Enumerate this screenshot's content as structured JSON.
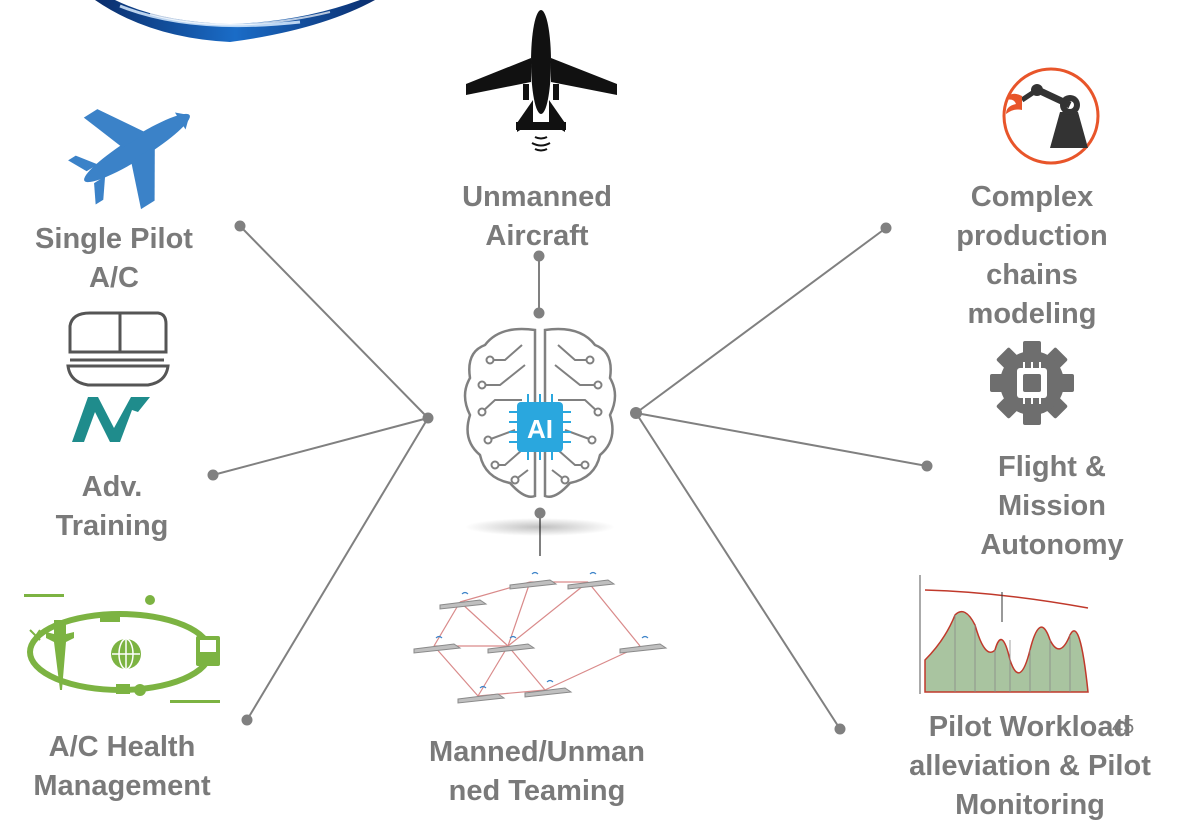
{
  "labels": {
    "unmanned": [
      "Unmanned",
      "Aircraft"
    ],
    "single_pilot": [
      "Single Pilot",
      "A/C"
    ],
    "adv_training": [
      "Adv.",
      "Training"
    ],
    "health": [
      "A/C Health",
      "Management"
    ],
    "teaming": [
      "Manned/Unman",
      "ned Teaming"
    ],
    "complex": [
      "Complex",
      "production",
      "chains",
      "modeling"
    ],
    "flight": [
      "Flight &",
      "Mission",
      "Autonomy"
    ],
    "workload": [
      "Pilot Workload",
      "alleviation & Pilot",
      "Monitoring"
    ]
  },
  "center_badge": "AI",
  "page_number": "45",
  "colors": {
    "label_text": "#7a7a7a",
    "connector": "#808080",
    "blue_plane": "#3b82c8",
    "robot_accent": "#e8552a",
    "teal_logo": "#1f8c8c",
    "ai_badge": "#2aa7de",
    "health_green": "#7cb342",
    "workload_red": "#c0392b"
  },
  "icons": [
    "earth-orbit-graphic",
    "drone-icon",
    "airplane-icon",
    "robot-arm-icon",
    "cockpit-logo-icon",
    "ai-brain-icon",
    "chip-gear-icon",
    "health-monitoring-diagram",
    "drone-network-diagram",
    "workload-chart"
  ]
}
